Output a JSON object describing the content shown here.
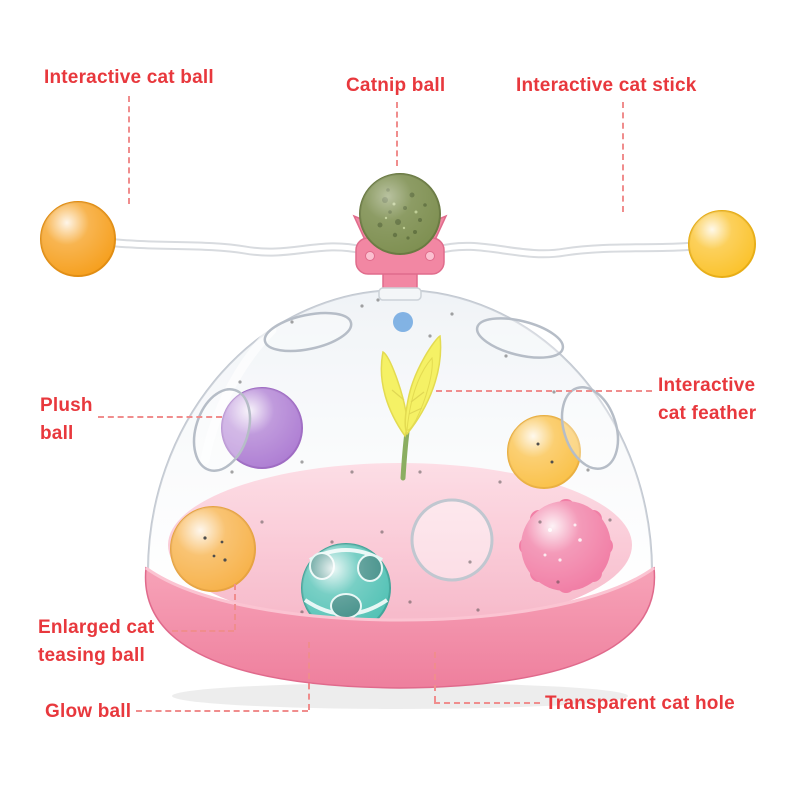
{
  "page": {
    "background": "#ffffff"
  },
  "colors": {
    "label_text": "#e8383d",
    "leader_line": "#f08d8d",
    "base_pink": "#f291a8",
    "floor_pink": "#f8bccb",
    "dome_line": "#c2c8d1",
    "catnip_green": "#7f9052",
    "holder_pink": "#f287a3",
    "stick_orange_ball": "#f6a01f",
    "stick_yellow_ball": "#fbc32d",
    "plush_purple": "#9b5fc9",
    "teasing_orange": "#f6a01f",
    "track_orange": "#f9b31e",
    "pompom_pink": "#ee5f90",
    "glow_teal": "#28b3a3",
    "feather_yellow": "#f3ee3f"
  },
  "annotations": {
    "interactive_cat_ball": "Interactive cat ball",
    "catnip_ball": "Catnip ball",
    "interactive_cat_stick": "Interactive cat stick",
    "plush_ball": "Plush\nball",
    "interactive_cat_feather": "Interactive\ncat feather",
    "enlarged_cat_teasing_ball": "Enlarged cat\nteasing ball",
    "glow_ball": "Glow ball",
    "transparent_cat_hole": "Transparent cat hole"
  }
}
